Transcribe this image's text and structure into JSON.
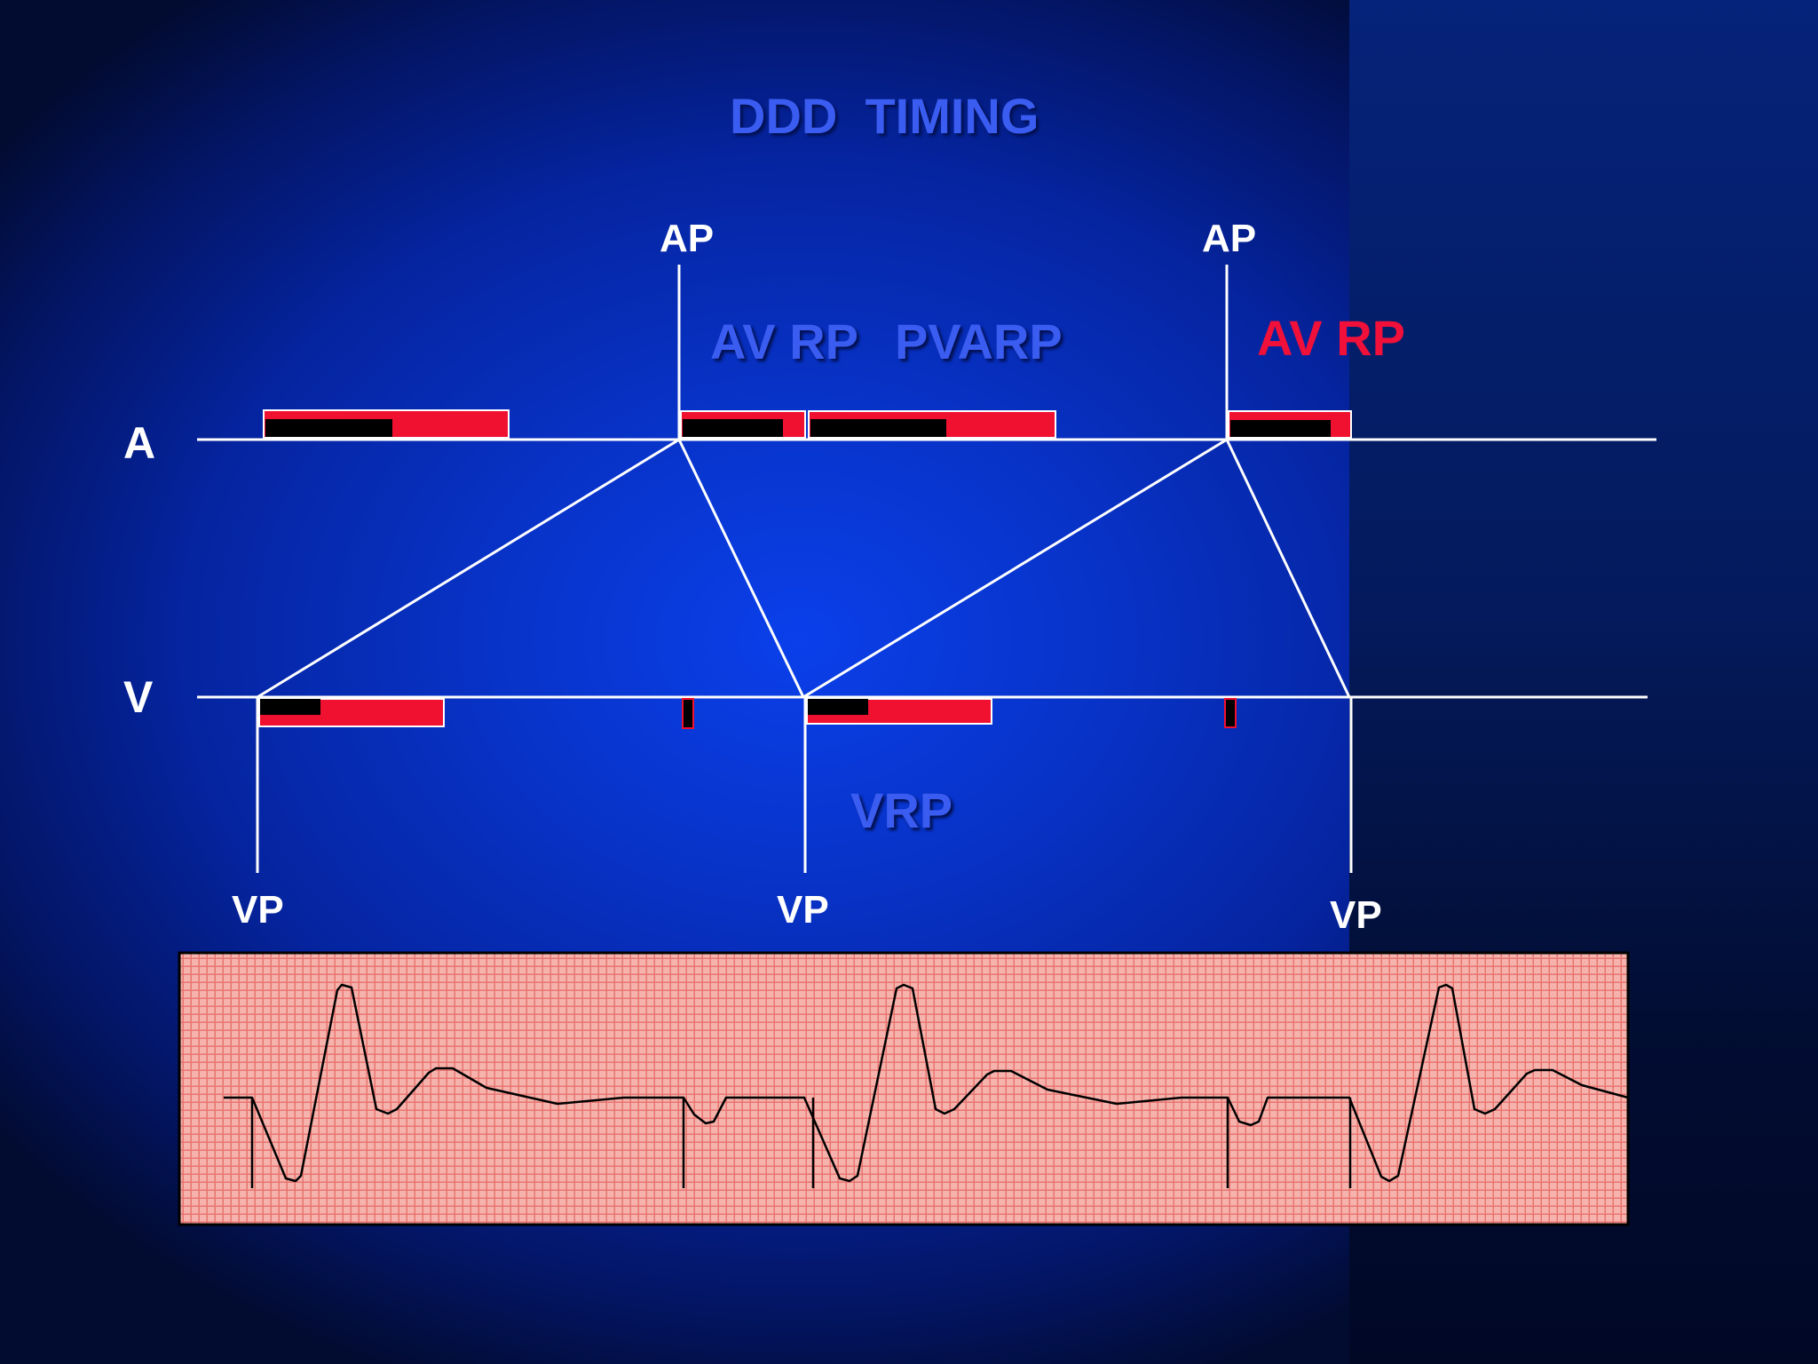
{
  "title": "DDD  TIMING",
  "labels": {
    "ap1": "AP",
    "ap2": "AP",
    "av_rp_1": "AV RP",
    "pvarp": "PVARP",
    "av_rp_2": "AV RP",
    "row_a": "A",
    "row_v": "V",
    "vrp": "VRP",
    "vp1": "VP",
    "vp2": "VP",
    "vp3": "VP"
  },
  "colors": {
    "title": "#3a5cf0",
    "highlight_red": "#f0103a",
    "refractory_red": "#f01030",
    "blanking_black": "#000000",
    "ecg_grid": "#f4a6a0",
    "ecg_trace": "#000000"
  }
}
